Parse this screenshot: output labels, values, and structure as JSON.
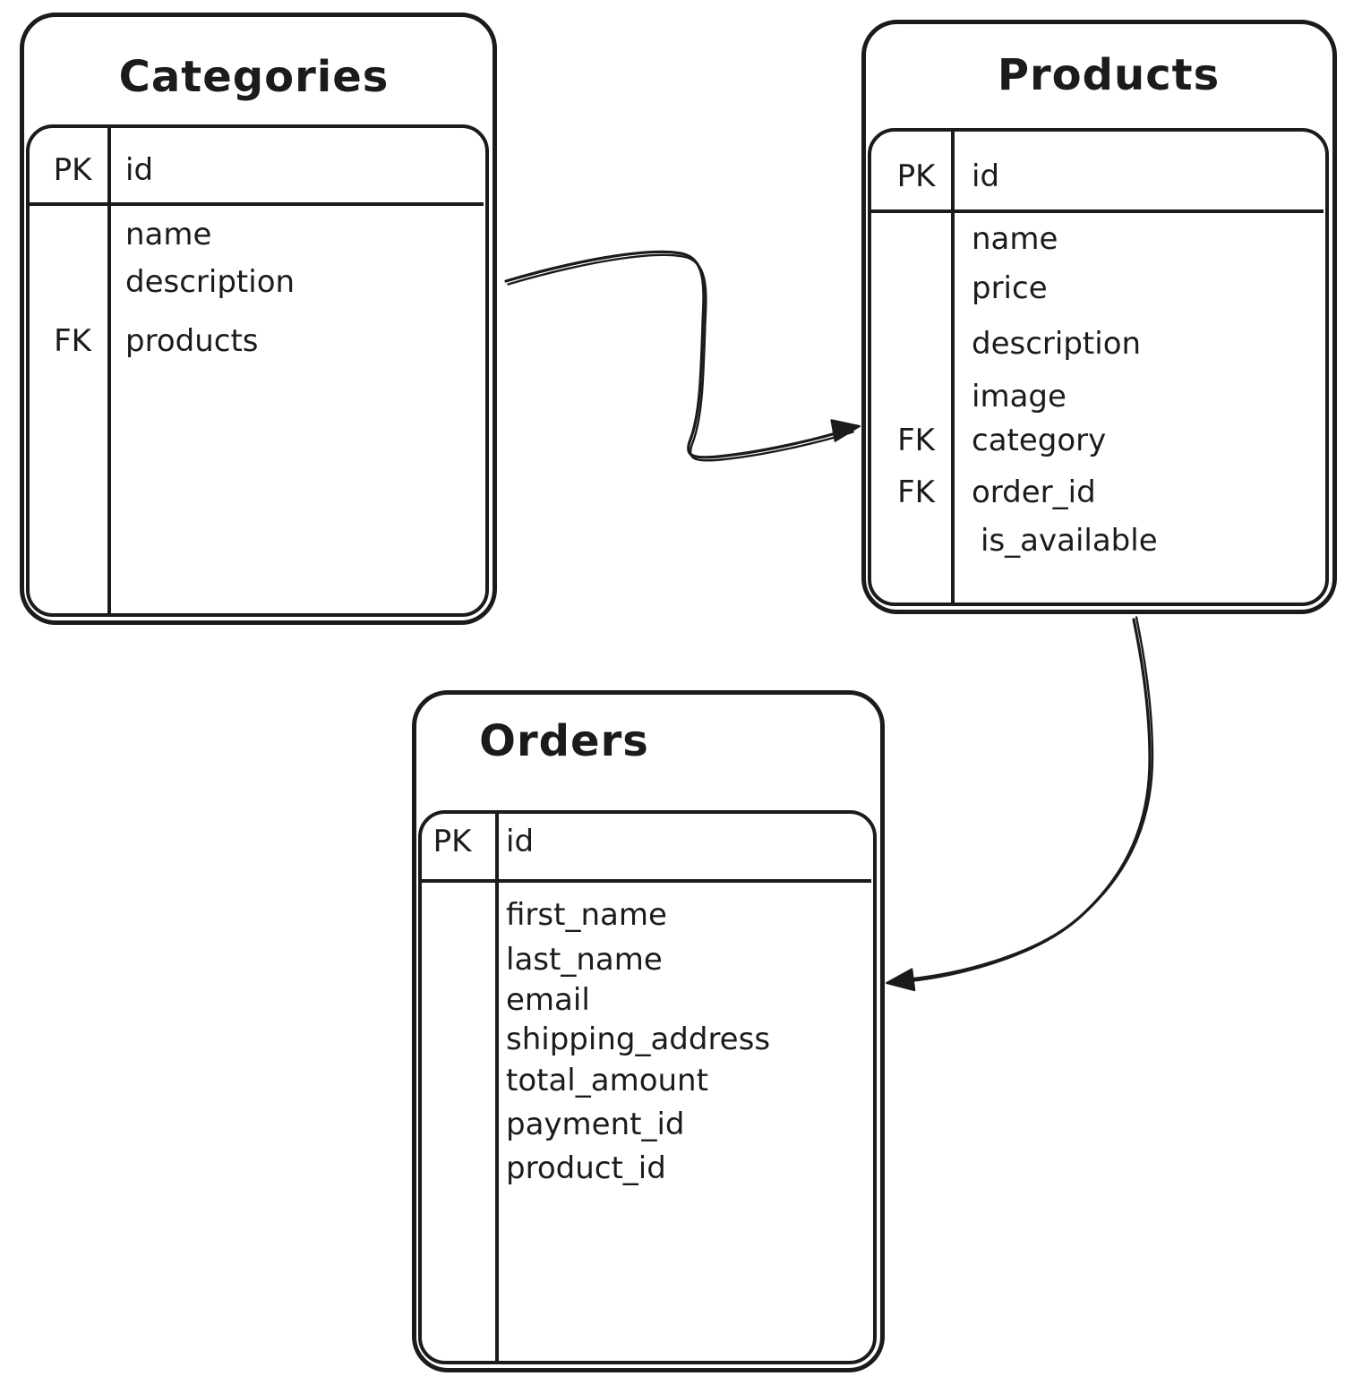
{
  "diagram": {
    "type": "entity-relationship",
    "colors": {
      "ink": "#1b1b1b",
      "background": "#ffffff"
    },
    "tables": [
      {
        "name": "Categories",
        "rows": [
          {
            "key": "PK",
            "field": "id"
          },
          {
            "key": "",
            "field": "name"
          },
          {
            "key": "",
            "field": "description"
          },
          {
            "key": "FK",
            "field": "products"
          }
        ]
      },
      {
        "name": "Products",
        "rows": [
          {
            "key": "PK",
            "field": "id"
          },
          {
            "key": "",
            "field": "name"
          },
          {
            "key": "",
            "field": "price"
          },
          {
            "key": "",
            "field": "description"
          },
          {
            "key": "",
            "field": "image"
          },
          {
            "key": "FK",
            "field": "category"
          },
          {
            "key": "FK",
            "field": "order_id"
          },
          {
            "key": "",
            "field": "is_available"
          }
        ]
      },
      {
        "name": "Orders",
        "rows": [
          {
            "key": "PK",
            "field": "id"
          },
          {
            "key": "",
            "field": "first_name"
          },
          {
            "key": "",
            "field": "last_name"
          },
          {
            "key": "",
            "field": "email"
          },
          {
            "key": "",
            "field": "shipping_address"
          },
          {
            "key": "",
            "field": "total_amount"
          },
          {
            "key": "",
            "field": "payment_id"
          },
          {
            "key": "",
            "field": "product_id"
          }
        ]
      }
    ],
    "relations": [
      {
        "from": "Categories",
        "to": "Products"
      },
      {
        "from": "Products",
        "to": "Orders"
      }
    ]
  }
}
